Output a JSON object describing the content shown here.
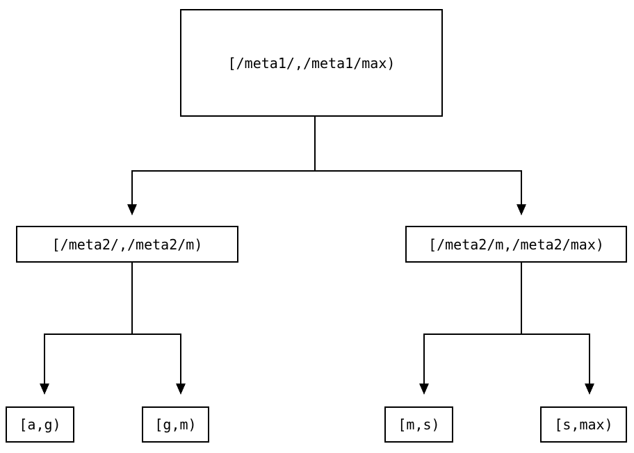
{
  "diagram": {
    "type": "tree",
    "background_color": "#ffffff",
    "line_color": "#000000",
    "box_border_color": "#000000",
    "box_fill_color": "#ffffff",
    "text_color": "#000000",
    "nodes": {
      "root": {
        "label": "[/meta1/,/meta1/max)"
      },
      "left": {
        "label": "[/meta2/,/meta2/m)"
      },
      "right": {
        "label": "[/meta2/m,/meta2/max)"
      },
      "leaf_ag": {
        "label": "[a,g)"
      },
      "leaf_gm": {
        "label": "[g,m)"
      },
      "leaf_ms": {
        "label": "[m,s)"
      },
      "leaf_smax": {
        "label": "[s,max)"
      }
    },
    "edges": [
      {
        "from": "root",
        "to": "left"
      },
      {
        "from": "root",
        "to": "right"
      },
      {
        "from": "left",
        "to": "leaf_ag"
      },
      {
        "from": "left",
        "to": "leaf_gm"
      },
      {
        "from": "right",
        "to": "leaf_ms"
      },
      {
        "from": "right",
        "to": "leaf_smax"
      }
    ]
  }
}
